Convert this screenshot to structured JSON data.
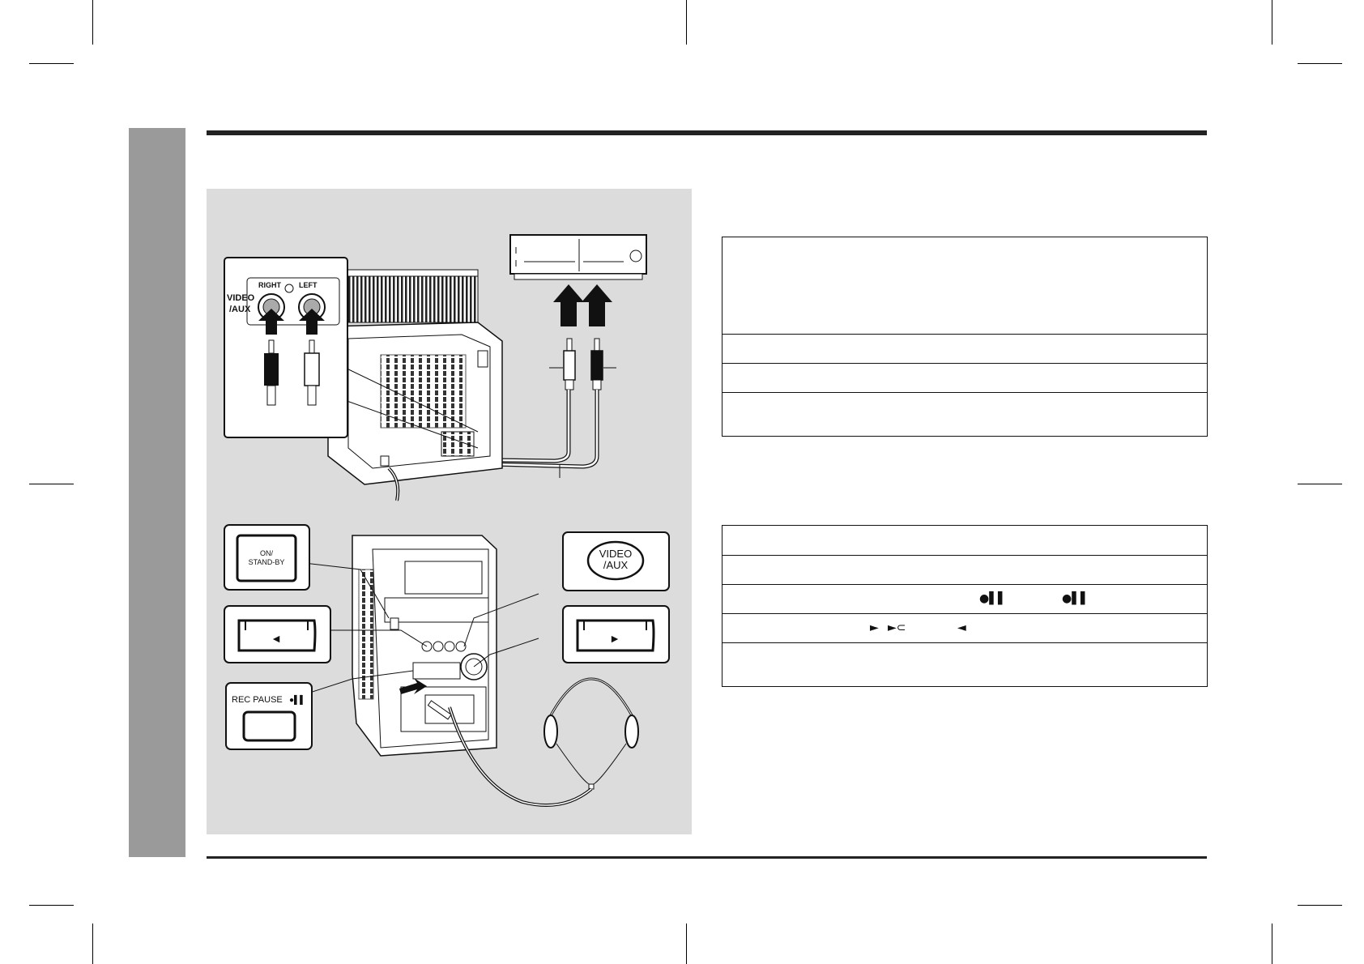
{
  "figure": {
    "jack_panel": {
      "right_label": "RIGHT",
      "left_label": "LEFT",
      "video_label": "VIDEO",
      "aux_label": "/AUX"
    },
    "buttons": {
      "on_standby_line1": "ON/",
      "on_standby_line2": "STAND-BY",
      "video_aux_line1": "VIDEO",
      "video_aux_line2": "/AUX",
      "rec_pause_label": "REC PAUSE",
      "rec_pause_symbol": "●▌▌",
      "reverse_play_symbol": "◄",
      "forward_play_symbol": "►"
    }
  },
  "table_top": {
    "rows": 4
  },
  "table_bottom": {
    "rows": 5,
    "row3_symbol_a": "●▌▌",
    "row3_symbol_b": "●▌▌",
    "row4_symbol_a": "►",
    "row4_symbol_b": "►⊂",
    "row4_symbol_c": "◄"
  },
  "colors": {
    "side_tab": "#9a9a9a",
    "figure_background": "#dcdcdc",
    "rule": "#222222"
  }
}
